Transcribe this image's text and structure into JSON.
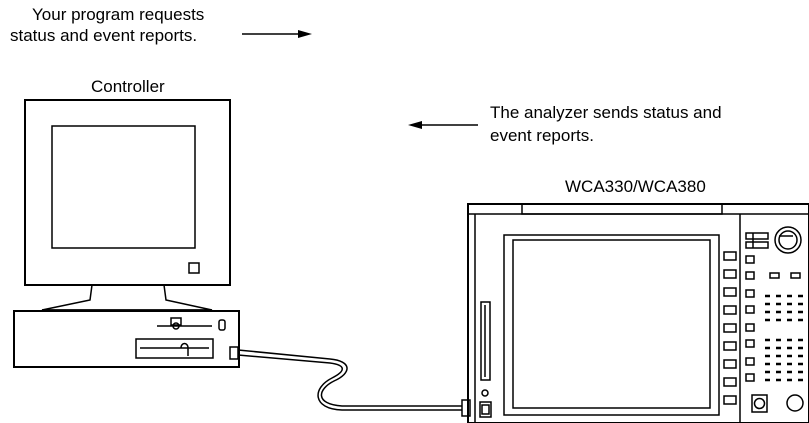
{
  "labels": {
    "request_line1": "Your program requests",
    "request_line2": "status and event reports.",
    "controller": "Controller",
    "response_line1": "The analyzer sends status and",
    "response_line2": "event reports.",
    "analyzer": "WCA330/WCA380"
  },
  "colors": {
    "ink": "#000000",
    "background": "#ffffff"
  }
}
